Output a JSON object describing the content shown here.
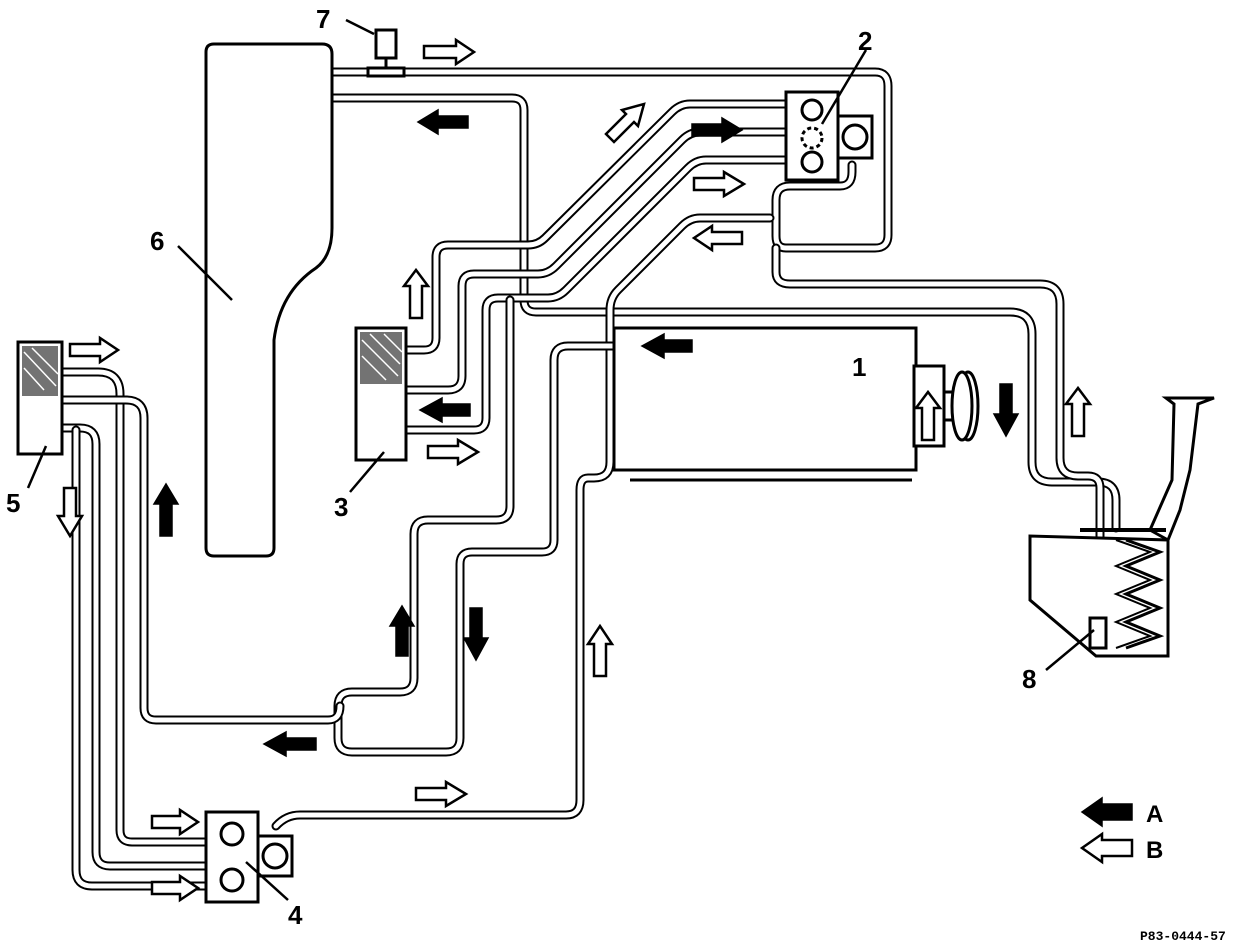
{
  "labels": {
    "evaporator": "1",
    "valve_top": "2",
    "radiator_middle": "3",
    "valve_bottom": "4",
    "radiator_left": "5",
    "tank_large": "6",
    "sensor": "7",
    "sensor_reservoir": "8"
  },
  "legend": {
    "a_label": "A",
    "b_label": "B"
  },
  "figure_code": "P83-0444-57"
}
